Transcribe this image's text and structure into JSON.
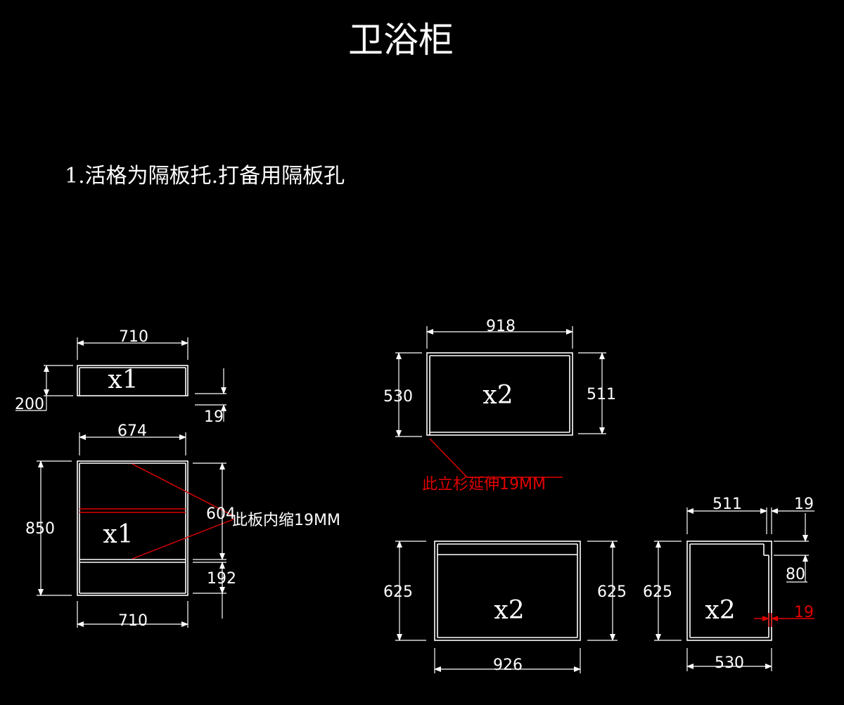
{
  "title": "卫浴柜",
  "note": "1.活格为隔板托.打备用隔板孔",
  "colors": {
    "background": "#000000",
    "line": "#ffffff",
    "annotation": "#e00000"
  },
  "panels": {
    "top_drawer": {
      "qty": "x1",
      "width": "710",
      "height": "200",
      "thickness": "19"
    },
    "main_carcass": {
      "qty": "x1",
      "inner_width": "674",
      "height": "850",
      "upper_opening": "604",
      "lower_opening": "192",
      "outer_width": "710",
      "callout": "此板内缩19MM"
    },
    "panel_918": {
      "qty": "x2",
      "width": "918",
      "height_left": "530",
      "height_right": "511",
      "callout": "此立杉延伸19MM"
    },
    "panel_926": {
      "qty": "x2",
      "width": "926",
      "height_left": "625",
      "height_right": "625"
    },
    "side_panel": {
      "qty": "x2",
      "top_width": "511",
      "top_notch": "19",
      "notch_depth": "80",
      "height": "625",
      "bottom_width": "530",
      "edge_thickness": "19"
    }
  }
}
